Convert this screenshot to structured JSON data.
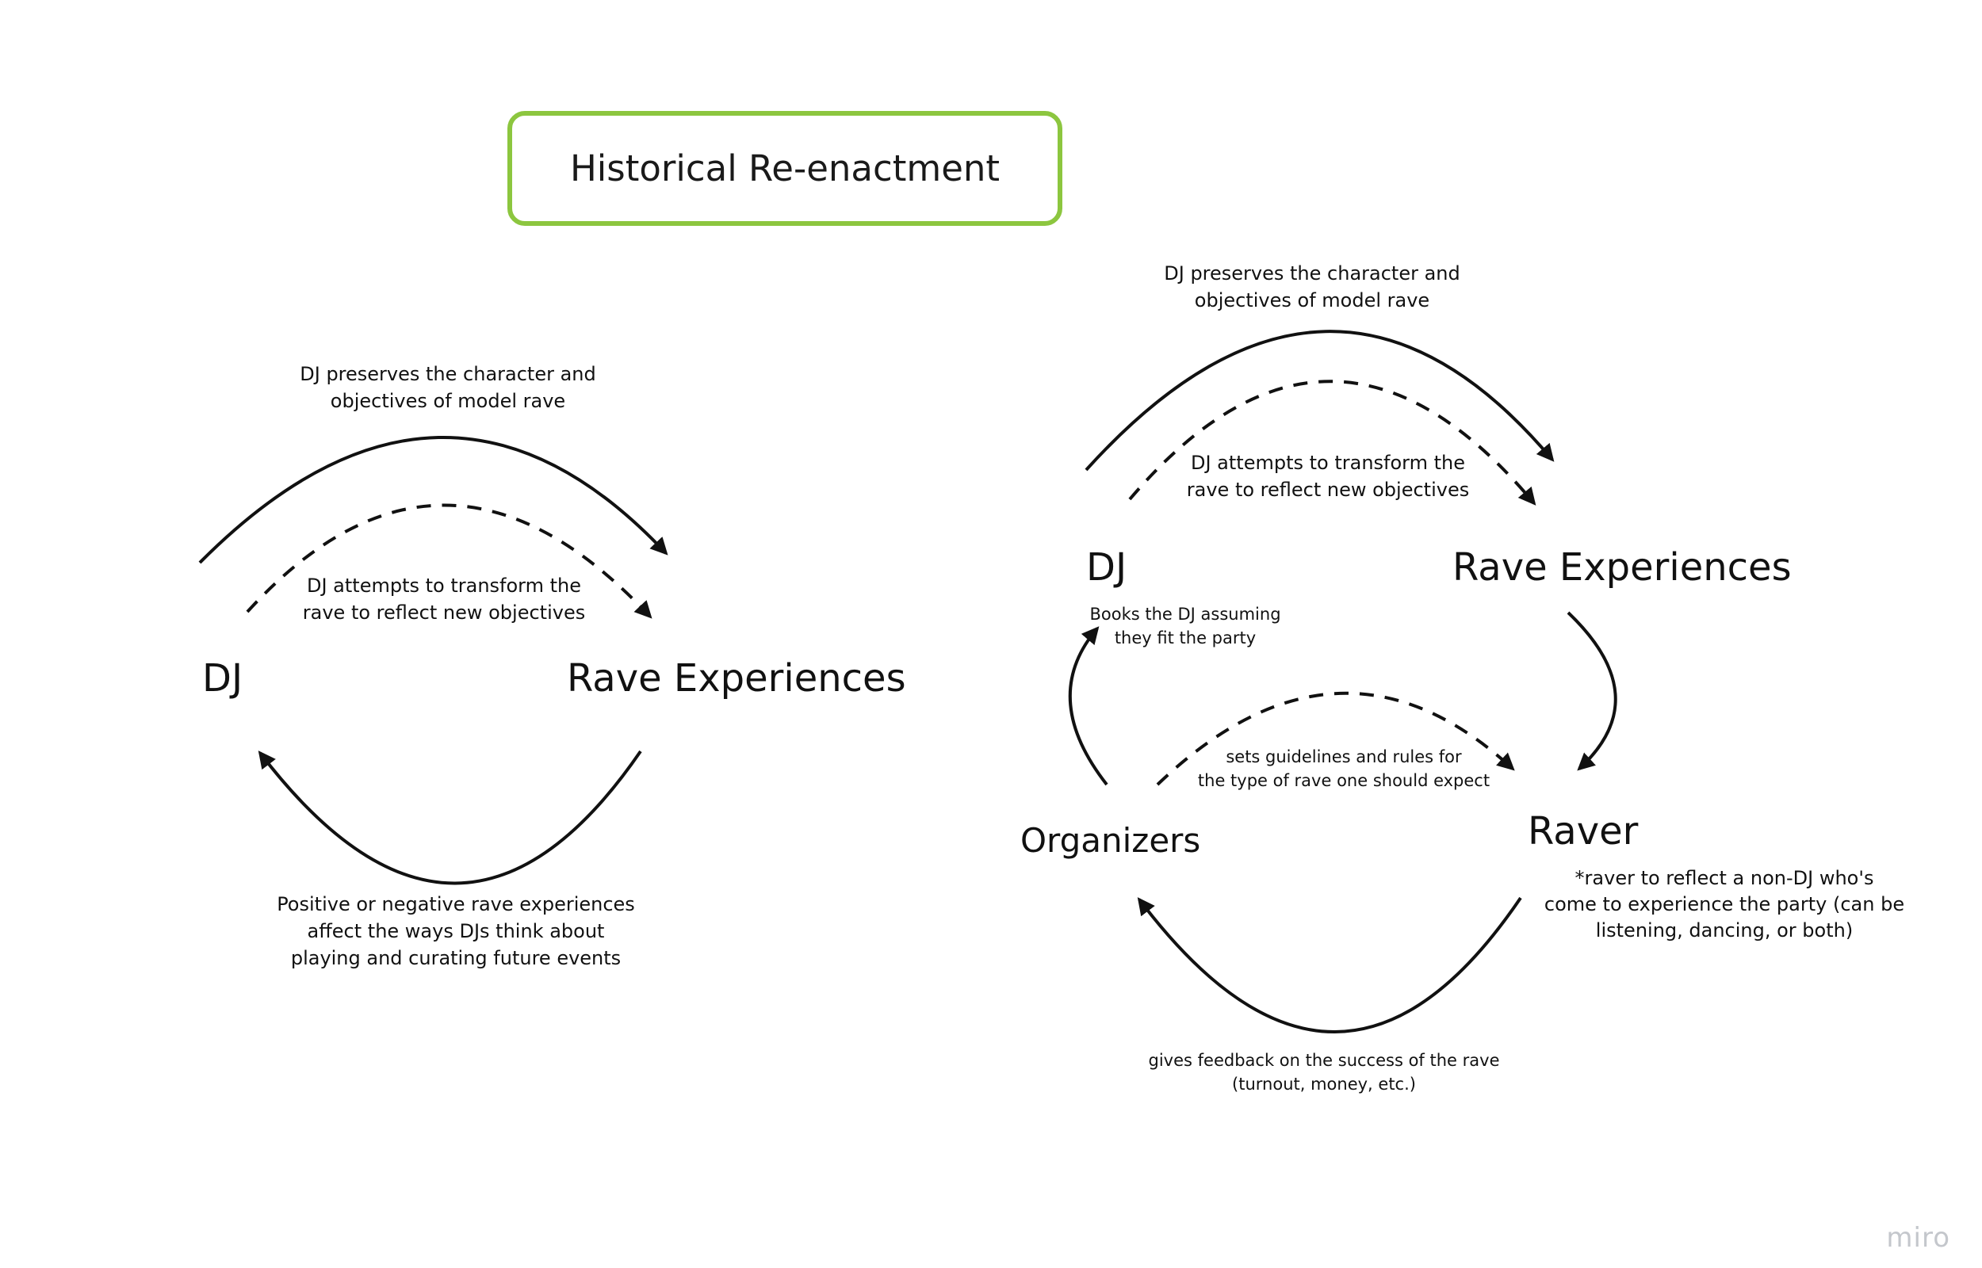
{
  "title": "Historical Re-enactment",
  "left_diagram": {
    "nodes": {
      "dj": "DJ",
      "rave": "Rave Experiences"
    },
    "edges": {
      "preserve": "DJ preserves the character and\nobjectives of model rave",
      "transform": "DJ attempts to transform the\nrave to reflect new objectives",
      "feedback": "Positive or negative rave experiences\naffect the ways DJs think about\nplaying and curating future events"
    }
  },
  "right_diagram": {
    "nodes": {
      "dj": "DJ",
      "rave": "Rave Experiences",
      "organizers": "Organizers",
      "raver": "Raver"
    },
    "edges": {
      "preserve": "DJ preserves the character and\nobjectives of model rave",
      "transform": "DJ attempts to transform the\nrave to reflect new objectives",
      "books": "Books the DJ assuming\nthey fit the party",
      "guidelines": "sets guidelines and rules for\nthe type of rave one should expect",
      "feedback": "gives feedback on the success of the rave\n(turnout, money, etc.)"
    },
    "raver_note": "*raver to reflect a non-DJ who's\ncome to experience the party (can be\nlistening, dancing, or both)"
  },
  "watermark": "miro"
}
